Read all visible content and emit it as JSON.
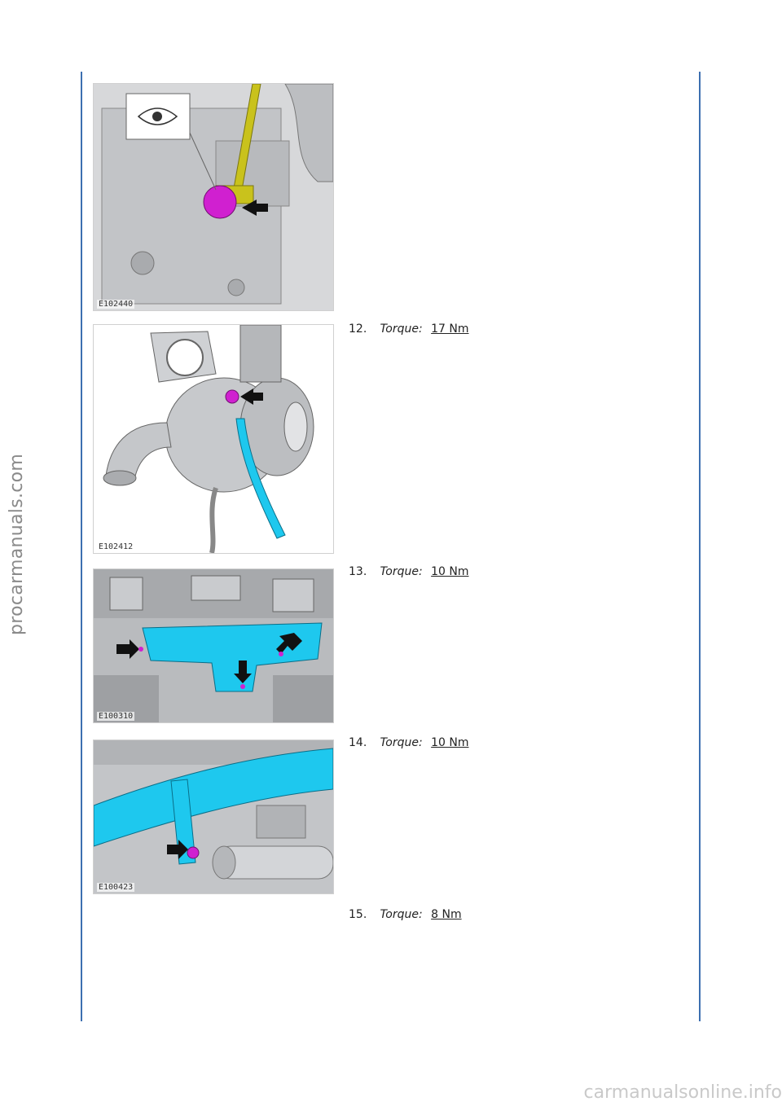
{
  "watermarks": {
    "side": "procarmanuals.com",
    "bottom": "carmanualsonline.info"
  },
  "figures": [
    {
      "code": "E102440"
    },
    {
      "code": "E102412"
    },
    {
      "code": "E100310"
    },
    {
      "code": "E100423"
    }
  ],
  "steps": [
    {
      "number": "12.",
      "label": "Torque:",
      "value": "17 Nm"
    },
    {
      "number": "13.",
      "label": "Torque:",
      "value": "10 Nm"
    },
    {
      "number": "14.",
      "label": "Torque:",
      "value": "10 Nm"
    },
    {
      "number": "15.",
      "label": "Torque:",
      "value": "8 Nm"
    }
  ],
  "colors": {
    "rule": "#3d6fb0",
    "highlight_blue": "#1ec8ee",
    "highlight_magenta": "#d020d0",
    "highlight_yellow": "#c9c21c"
  }
}
